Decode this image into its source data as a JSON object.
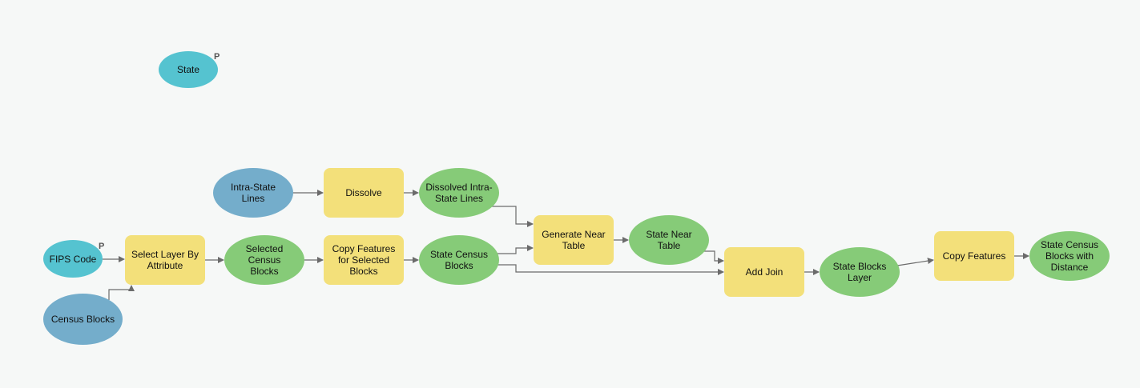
{
  "colors": {
    "input": "#74adcb",
    "tool": "#f3e07a",
    "output": "#86cb78",
    "parameter": "#55c3d0",
    "connector": "#6b6b6b",
    "background": "#f6f8f7"
  },
  "parameter_flag": "P",
  "nodes": {
    "state": {
      "label": "State",
      "kind": "parameter"
    },
    "fips_code": {
      "label": "FIPS Code",
      "kind": "parameter"
    },
    "census_blocks": {
      "label": "Census Blocks",
      "kind": "input"
    },
    "intra_state_lines": {
      "label": "Intra-State Lines",
      "kind": "input"
    },
    "select_layer_by_attribute": {
      "label": "Select Layer By\nAttribute",
      "kind": "tool"
    },
    "selected_census_blocks": {
      "label": "Selected Census\nBlocks",
      "kind": "output"
    },
    "copy_features_selected": {
      "label": "Copy Features\nfor Selected\nBlocks",
      "kind": "tool"
    },
    "state_census_blocks": {
      "label": "State Census\nBlocks",
      "kind": "output"
    },
    "dissolve": {
      "label": "Dissolve",
      "kind": "tool"
    },
    "dissolved_lines": {
      "label": "Dissolved Intra-\nState Lines",
      "kind": "output"
    },
    "generate_near_table": {
      "label": "Generate Near\nTable",
      "kind": "tool"
    },
    "state_near_table": {
      "label": "State Near Table",
      "kind": "output"
    },
    "add_join": {
      "label": "Add Join",
      "kind": "tool"
    },
    "state_blocks_layer": {
      "label": "State Blocks\nLayer",
      "kind": "output"
    },
    "copy_features": {
      "label": "Copy Features",
      "kind": "tool"
    },
    "final_output": {
      "label": "State Census\nBlocks with\nDistance",
      "kind": "output"
    }
  },
  "connections": [
    [
      "fips_code",
      "select_layer_by_attribute"
    ],
    [
      "census_blocks",
      "select_layer_by_attribute"
    ],
    [
      "select_layer_by_attribute",
      "selected_census_blocks"
    ],
    [
      "selected_census_blocks",
      "copy_features_selected"
    ],
    [
      "copy_features_selected",
      "state_census_blocks"
    ],
    [
      "intra_state_lines",
      "dissolve"
    ],
    [
      "dissolve",
      "dissolved_lines"
    ],
    [
      "dissolved_lines",
      "generate_near_table"
    ],
    [
      "state_census_blocks",
      "generate_near_table"
    ],
    [
      "generate_near_table",
      "state_near_table"
    ],
    [
      "state_near_table",
      "add_join"
    ],
    [
      "state_census_blocks",
      "add_join"
    ],
    [
      "add_join",
      "state_blocks_layer"
    ],
    [
      "state_blocks_layer",
      "copy_features"
    ],
    [
      "copy_features",
      "final_output"
    ]
  ]
}
